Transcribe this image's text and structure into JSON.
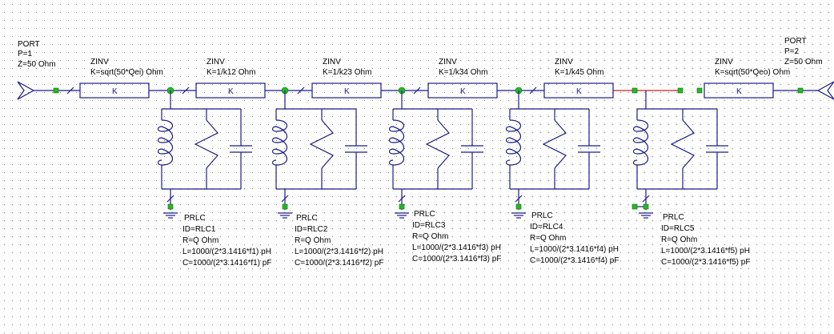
{
  "colors": {
    "wire": "#1a1a8c",
    "node": "#22bb22",
    "red_wire": "#cc2222",
    "grid_dot": "#7a7a7a"
  },
  "port1": {
    "type": "PORT",
    "p": "P=1",
    "z": "Z=50 Ohm"
  },
  "port2": {
    "type": "PORT",
    "p": "P=2",
    "z": "Z=50 Ohm"
  },
  "zinv": [
    {
      "type": "ZINV",
      "k": "K=sqrt(50*Qei) Ohm",
      "symbol": "K"
    },
    {
      "type": "ZINV",
      "k": "K=1/k12 Ohm",
      "symbol": "K"
    },
    {
      "type": "ZINV",
      "k": "K=1/k23 Ohm",
      "symbol": "K"
    },
    {
      "type": "ZINV",
      "k": "K=1/k34 Ohm",
      "symbol": "K"
    },
    {
      "type": "ZINV",
      "k": "K=1/k45 Ohm",
      "symbol": "K"
    },
    {
      "type": "ZINV",
      "k": "K=sqrt(50*Qeo) Ohm",
      "symbol": "K"
    }
  ],
  "prlc": [
    {
      "type": "PRLC",
      "id": "ID=RLC1",
      "r": "R=Q Ohm",
      "l": "L=1000/(2*3.1416*f1) pH",
      "c": "C=1000/(2*3.1416*f1) pF"
    },
    {
      "type": "PRLC",
      "id": "ID=RLC2",
      "r": "R=Q Ohm",
      "l": "L=1000/(2*3.1416*f2) pH",
      "c": "C=1000/(2*3.1416*f2) pF"
    },
    {
      "type": "PRLC",
      "id": "ID=RLC3",
      "r": "R=Q Ohm",
      "l": "L=1000/(2*3.1416*f3) pH",
      "c": "C=1000/(2*3.1416*f3) pF"
    },
    {
      "type": "PRLC",
      "id": "ID=RLC4",
      "r": "R=Q Ohm",
      "l": "L=1000/(2*3.1416*f4) pH",
      "c": "C=1000/(2*3.1416*f4) pF"
    },
    {
      "type": "PRLC",
      "id": "ID=RLC5",
      "r": "R=Q Ohm",
      "l": "L=1000/(2*3.1416*f5) pH",
      "c": "C=1000/(2*3.1416*f5) pF"
    }
  ]
}
